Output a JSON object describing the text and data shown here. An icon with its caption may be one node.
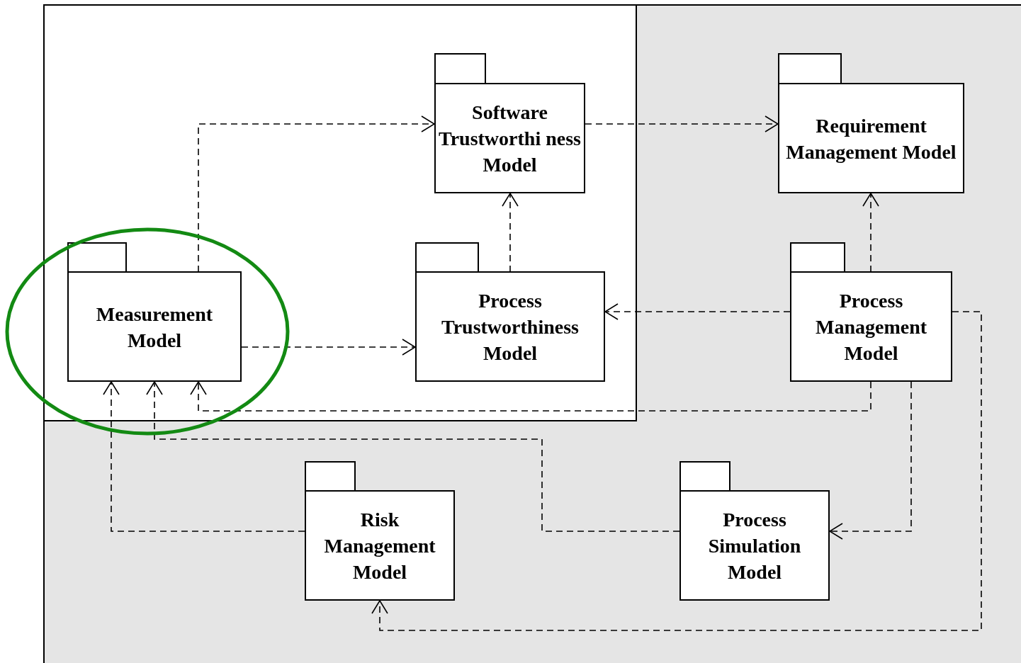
{
  "diagram": {
    "nodes": [
      {
        "text": [
          "Software Trustworthi ness Model"
        ]
      },
      {
        "text": [
          "Requirement Management Model"
        ]
      },
      {
        "text": [
          "Measurement Model"
        ]
      },
      {
        "text": [
          "Process Trustworthiness Model"
        ]
      },
      {
        "text": [
          "Process Management Model"
        ]
      },
      {
        "text": [
          "Risk Management Model"
        ]
      },
      {
        "text": [
          "Process Simulation Model"
        ]
      }
    ],
    "edges": [
      {
        "from": 2,
        "to": 0,
        "arrow": "to",
        "style": "dashed"
      },
      {
        "from": 0,
        "to": 1,
        "arrow": "to",
        "style": "dashed"
      },
      {
        "from": 2,
        "to": 3,
        "arrow": "to",
        "style": "dashed"
      },
      {
        "from": 3,
        "to": 0,
        "arrow": "to",
        "style": "dashed"
      },
      {
        "from": 4,
        "to": 1,
        "arrow": "to",
        "style": "dashed"
      },
      {
        "from": 4,
        "to": 3,
        "arrow": "to",
        "style": "dashed"
      },
      {
        "from": 4,
        "to": 2,
        "arrow": "to",
        "style": "dashed"
      },
      {
        "from": 6,
        "to": 2,
        "arrow": "to",
        "style": "dashed"
      },
      {
        "from": 5,
        "to": 2,
        "arrow": "to",
        "style": "dashed"
      },
      {
        "from": 4,
        "to": 6,
        "arrow": "to",
        "style": "dashed"
      },
      {
        "from": 4,
        "to": 5,
        "arrow": "to",
        "style": "dashed"
      }
    ]
  }
}
